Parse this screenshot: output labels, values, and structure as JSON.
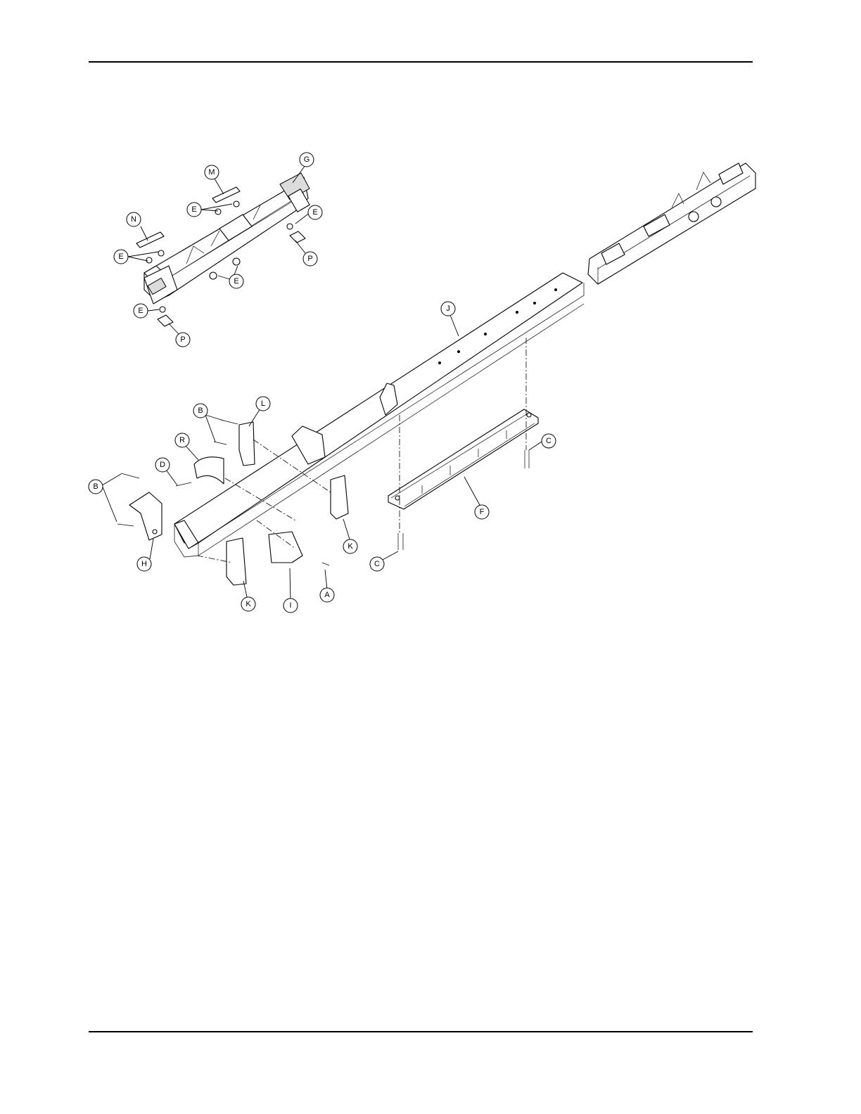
{
  "callouts": {
    "A": "A",
    "B": "B",
    "C": "C",
    "D": "D",
    "E": "E",
    "F": "F",
    "G": "G",
    "H": "H",
    "I": "I",
    "J": "J",
    "K": "K",
    "L": "L",
    "M": "M",
    "N": "N",
    "P": "P",
    "R": "R"
  }
}
